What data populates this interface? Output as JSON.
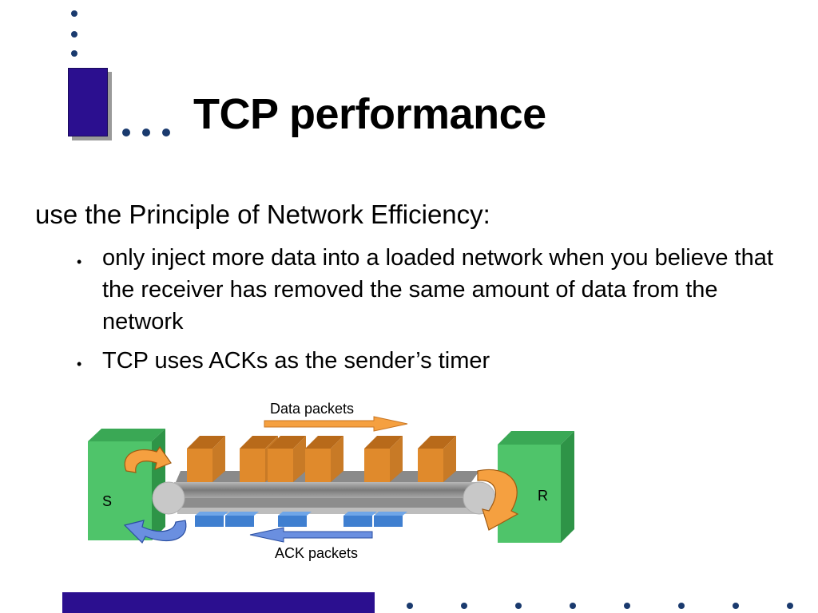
{
  "slide": {
    "title": "TCP performance",
    "title_ellipsis": "...",
    "intro": "use the Principle of Network Efficiency:",
    "bullets": [
      "only inject more data into a loaded network when you believe that the receiver has removed the same amount of data from the network",
      "TCP uses ACKs as the sender’s timer"
    ],
    "bullet_glyph": "•"
  },
  "diagram": {
    "data_label": "Data packets",
    "ack_label": "ACK packets",
    "sender_label": "S",
    "receiver_label": "R"
  },
  "colors": {
    "accent_block": "#2b0f8f",
    "dots": "#1a3a6e",
    "sender_green": "#4fc46a",
    "packet_orange": "#e08a2c",
    "ack_blue": "#3f7fd0",
    "arrow_orange": "#f5a040",
    "arrow_blue": "#6a8fe0"
  }
}
